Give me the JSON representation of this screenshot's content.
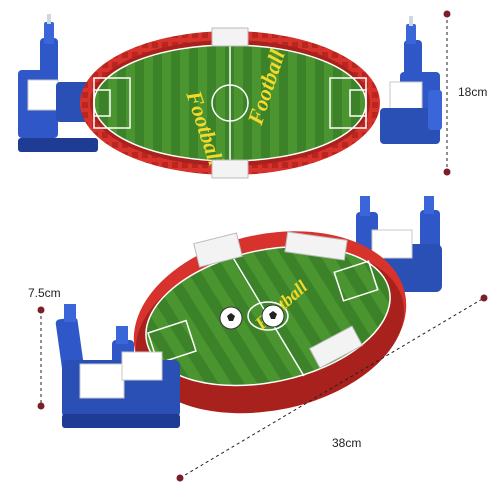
{
  "dimensions": {
    "height_label": "18cm",
    "depth_label": "7.5cm",
    "width_label": "38cm"
  },
  "toy": {
    "field_text": "Football",
    "colors": {
      "rim": "#d8322c",
      "rim_dark": "#a9211c",
      "handle": "#2f57c8",
      "handle_dark": "#1e3c93",
      "field": "#3f8a2c",
      "field_light": "#5fa83d",
      "line": "#ffffff",
      "ball": "#ffffff",
      "text": "#f3d92a"
    }
  },
  "icons": [
    "dimension-dot-icon",
    "soccer-ball-icon",
    "goal-net-icon"
  ]
}
